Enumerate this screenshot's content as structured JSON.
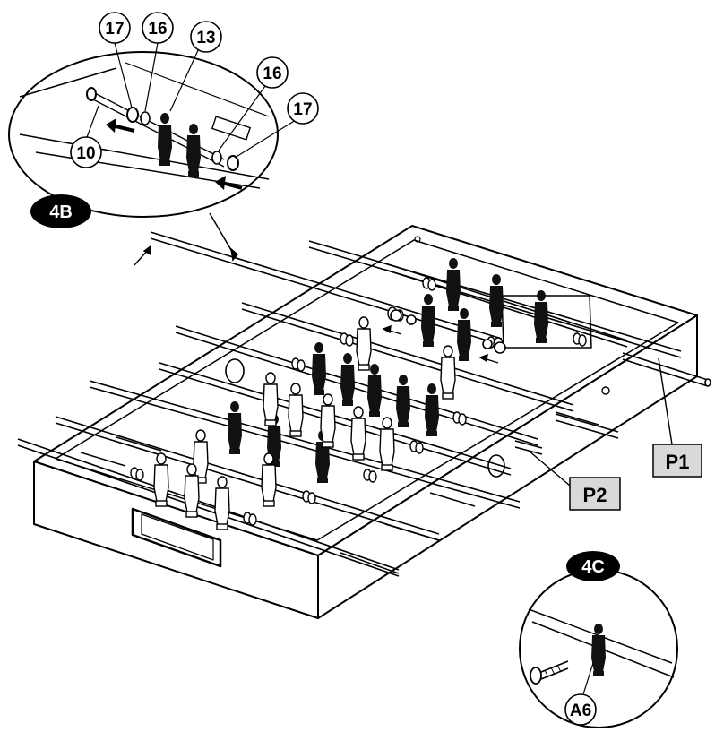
{
  "diagram": {
    "detail_4b": {
      "tag": "4B",
      "callouts": [
        "17",
        "16",
        "13",
        "16",
        "17",
        "10"
      ]
    },
    "detail_4c": {
      "tag": "4C",
      "callouts": [
        "A6"
      ]
    },
    "parts": [
      "P1",
      "P2"
    ],
    "colors": {
      "ink": "#000000",
      "paper": "#ffffff",
      "label_box": "#d9d9d9"
    }
  }
}
